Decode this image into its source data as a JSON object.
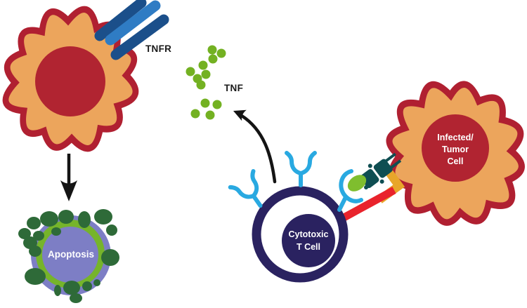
{
  "figure": {
    "background": "#ffffff",
    "labels": {
      "tnfr": "TNFR",
      "tnf": "TNF",
      "cytotoxic_t_cell": [
        "Cytotoxic",
        "T Cell"
      ],
      "infected_tumor_cell": [
        "Infected/",
        "Tumor",
        "Cell"
      ],
      "apoptosis": "Apoptosis"
    },
    "colors": {
      "cell_body_orange": "#ECA55C",
      "cell_border_red": "#B02031",
      "nucleus_red": "#B12431",
      "tnfr_dark_blue": "#1B4F8A",
      "tnfr_light_blue": "#2F7CC4",
      "tnf_green": "#73B122",
      "arrow_black": "#141414",
      "t_cell_navy": "#2A2260",
      "t_cell_interior": "#FFFFFF",
      "receptor_blue": "#29A9E1",
      "antigen_green": "#7FBE2E",
      "mhc_teal": "#0F4E52",
      "adhesion_gold": "#E8A62A",
      "effector_red": "#E9232C",
      "apoptosis_purple": "#7D7EC5",
      "apoptosis_ring_green": "#76B42B",
      "apoptotic_body_green": "#2E6A38",
      "label_dark": "#1A1A1A",
      "label_light": "#FFFFFF"
    }
  }
}
